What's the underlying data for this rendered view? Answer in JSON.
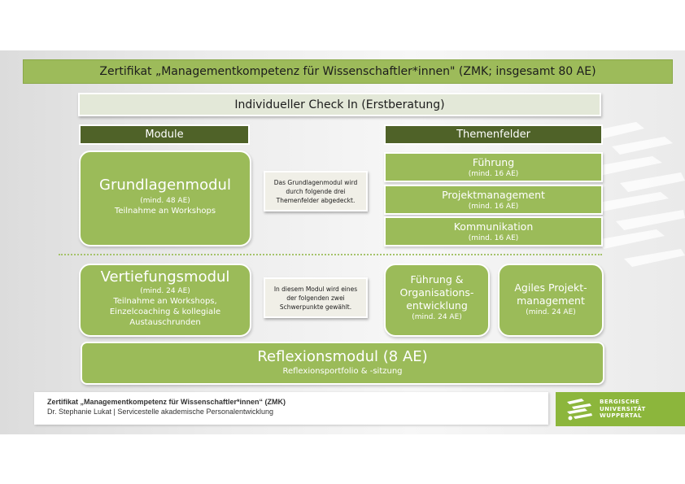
{
  "title": "Zertifikat „Managementkompetenz für Wissenschaftler*innen\" (ZMK; insgesamt 80 AE)",
  "checkin": "Individueller Check In (Erstberatung)",
  "headers": {
    "module": "Module",
    "themenfelder": "Themenfelder"
  },
  "grundlagen": {
    "title": "Grundlagenmodul",
    "ae": "(mind. 48 AE)",
    "desc": "Teilnahme an Workshops",
    "note": "Das Grundlagenmodul wird durch folgende drei Themenfelder abgedeckt."
  },
  "themes": [
    {
      "name": "Führung",
      "ae": "(mind. 16 AE)"
    },
    {
      "name": "Projektmanagement",
      "ae": "(mind. 16 AE)"
    },
    {
      "name": "Kommunikation",
      "ae": "(mind. 16 AE)"
    }
  ],
  "vertiefung": {
    "title": "Vertiefungsmodul",
    "ae": "(mind. 24 AE)",
    "desc_lines": [
      "Teilnahme an Workshops,",
      "Einzelcoaching & kollegiale",
      "Austauschrunden"
    ],
    "note": "In diesem Modul wird eines der folgenden zwei Schwerpunkte gewählt."
  },
  "schwerpunkte": [
    {
      "lines": [
        "Führung &",
        "Organisations-",
        "entwicklung"
      ],
      "ae": "(mind. 24 AE)"
    },
    {
      "lines": [
        "Agiles Projekt-",
        "management"
      ],
      "ae": "(mind. 24 AE)"
    }
  ],
  "reflexion": {
    "title": "Reflexionsmodul (8 AE)",
    "desc": "Reflexionsportfolio & -sitzung"
  },
  "footer": {
    "line1": "Zertifikat „Managementkompetenz für Wissenschaftler*innen“ (ZMK)",
    "line2": "Dr. Stephanie Lukat | Servicestelle akademische Personalentwicklung"
  },
  "logo": {
    "lines": [
      "BERGISCHE",
      "UNIVERSITÄT",
      "WUPPERTAL"
    ]
  },
  "colors": {
    "title_bar": "#9dbb5a",
    "module_green": "#9bbb59",
    "header_dark": "#4f6228",
    "checkin_bg": "#e3e8d8",
    "logo_green": "#8cb63c"
  }
}
